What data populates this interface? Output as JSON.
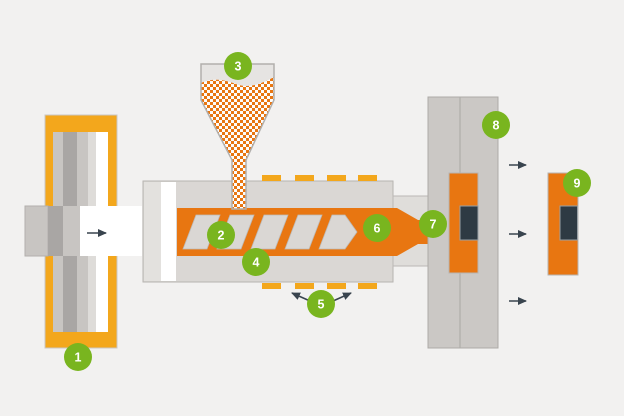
{
  "background": "#F2F1F0",
  "colors": {
    "orange": "#E87611",
    "yellow": "#F3A71C",
    "green": "#79B51F",
    "dark": "#2E3A43",
    "arrow": "#39444E"
  },
  "labels": [
    {
      "number": "1"
    },
    {
      "number": "2"
    },
    {
      "number": "3"
    },
    {
      "number": "4"
    },
    {
      "number": "5"
    },
    {
      "number": "6"
    },
    {
      "number": "7"
    },
    {
      "number": "8"
    },
    {
      "number": "9"
    }
  ]
}
